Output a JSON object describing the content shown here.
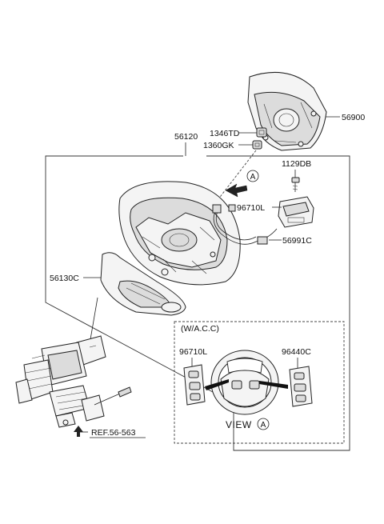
{
  "labels": {
    "airbag": "56900",
    "nut": "1346TD",
    "bolt": "1360GK",
    "wheel": "56120",
    "screw": "1129DB",
    "switch_left": "96710L",
    "harness": "56991C",
    "cover": "56130C",
    "ref": "REF.56-563"
  },
  "view_box": {
    "title": "(W/A.C.C)",
    "left_switch": "96710L",
    "right_switch": "96440C",
    "caption": "VIEW"
  },
  "markers": {
    "view_letter": "A"
  }
}
